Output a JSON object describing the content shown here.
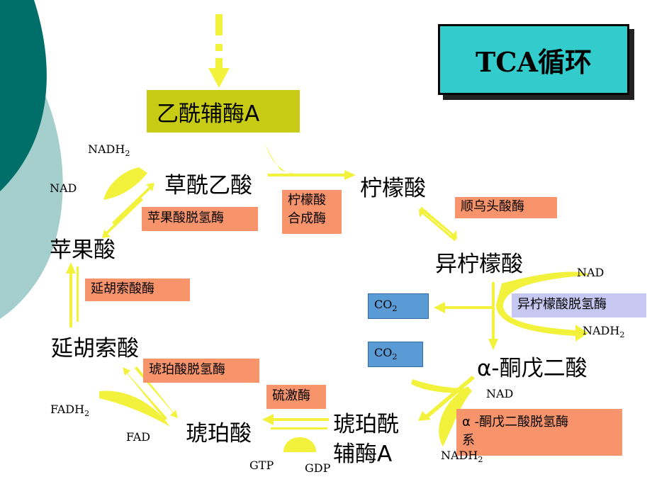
{
  "title": "TCA循环",
  "metabolites": {
    "acetyl_coa": "乙酰辅酶A",
    "oxaloacetate": "草酰乙酸",
    "citrate": "柠檬酸",
    "isocitrate": "异柠檬酸",
    "alpha_kg": "α-酮戊二酸",
    "succinyl_coa_line1": "琥珀酰",
    "succinyl_coa_line2": "辅酶A",
    "succinate": "琥珀酸",
    "fumarate": "延胡索酸",
    "malate": "苹果酸"
  },
  "enzymes": {
    "citrate_synthase_line1": "柠檬酸",
    "citrate_synthase_line2": "合成酶",
    "aconitase": "顺乌头酸酶",
    "isocitrate_dh": "异柠檬酸脱氢酶",
    "alpha_kg_dh_line1": "α -酮戊二酸脱氢酶",
    "alpha_kg_dh_line2": "系",
    "succinyl_synthetase": "硫激酶",
    "succinate_dh": "琥珀酸脱氢酶",
    "fumarase": "延胡索酸酶",
    "malate_dh": "苹果酸脱氢酶"
  },
  "cofactors": {
    "nad_base": "NAD",
    "nadh_base": "NADH",
    "fad": "FAD",
    "fadh_base": "FADH",
    "gtp": "GTP",
    "gdp": "GDP",
    "co2_base": "CO",
    "subscript_2": "2"
  },
  "colors": {
    "arrow": "#f2f23c",
    "acetyl_box": "#c8cc14",
    "enzyme_box": "#f7946b",
    "title_box": "#33cccc",
    "co2_box": "#5b9bd5",
    "isocitrate_dh_box": "#c6c8f2",
    "teal_dark": "#006f6a",
    "teal_light": "#a4cfcd"
  }
}
